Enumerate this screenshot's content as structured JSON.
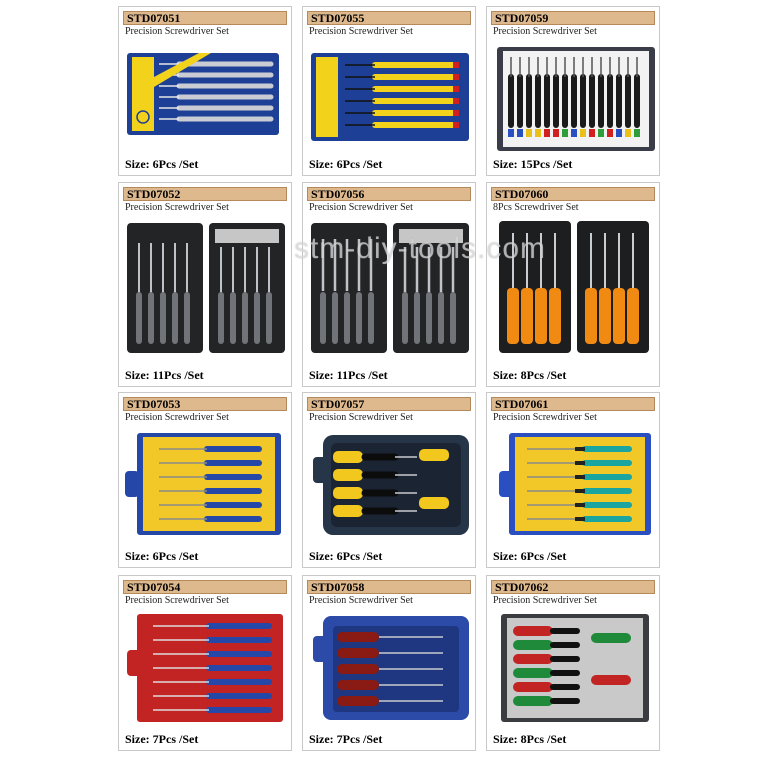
{
  "watermark": "stm-diy-tools.com",
  "colors": {
    "header_fill": "#dfb98e",
    "card_border": "#c9c9c9"
  },
  "products": [
    {
      "code": "STD07051",
      "description": "Precision Screwdriver Set",
      "size": "Size: 6Pcs /Set",
      "icon": "blue-case-six-screwdrivers"
    },
    {
      "code": "STD07055",
      "description": "Precision Screwdriver Set",
      "size": "Size: 6Pcs /Set",
      "icon": "blue-case-six-yellow-screwdrivers"
    },
    {
      "code": "STD07059",
      "description": "Precision Screwdriver Set",
      "size": "Size: 15Pcs /Set",
      "icon": "white-tray-fifteen-screwdrivers"
    },
    {
      "code": "STD07052",
      "description": "Precision Screwdriver Set",
      "size": "Size: 11Pcs /Set",
      "icon": "black-open-case-eleven-tools"
    },
    {
      "code": "STD07056",
      "description": "Precision Screwdriver Set",
      "size": "Size: 11Pcs /Set",
      "icon": "black-open-case-eleven-tools"
    },
    {
      "code": "STD07060",
      "description": "8Pcs Screwdriver Set",
      "size": "Size: 8Pcs /Set",
      "icon": "black-case-orange-screwdrivers"
    },
    {
      "code": "STD07053",
      "description": "Precision Screwdriver Set",
      "size": "Size: 6Pcs /Set",
      "icon": "yellow-case-blue-screwdrivers"
    },
    {
      "code": "STD07057",
      "description": "Precision Screwdriver Set",
      "size": "Size: 6Pcs /Set",
      "icon": "dark-case-yellow-black-screwdrivers"
    },
    {
      "code": "STD07061",
      "description": "Precision Screwdriver Set",
      "size": "Size: 6Pcs /Set",
      "icon": "yellow-case-teal-screwdrivers"
    },
    {
      "code": "STD07054",
      "description": "Precision Screwdriver Set",
      "size": "Size: 7Pcs /Set",
      "icon": "red-case-blue-screwdrivers"
    },
    {
      "code": "STD07058",
      "description": "Precision Screwdriver Set",
      "size": "Size: 7Pcs /Set",
      "icon": "blue-case-red-screwdrivers"
    },
    {
      "code": "STD07062",
      "description": "Precision Screwdriver Set",
      "size": "Size: 8Pcs /Set",
      "icon": "grey-case-green-red-screwdrivers"
    }
  ]
}
